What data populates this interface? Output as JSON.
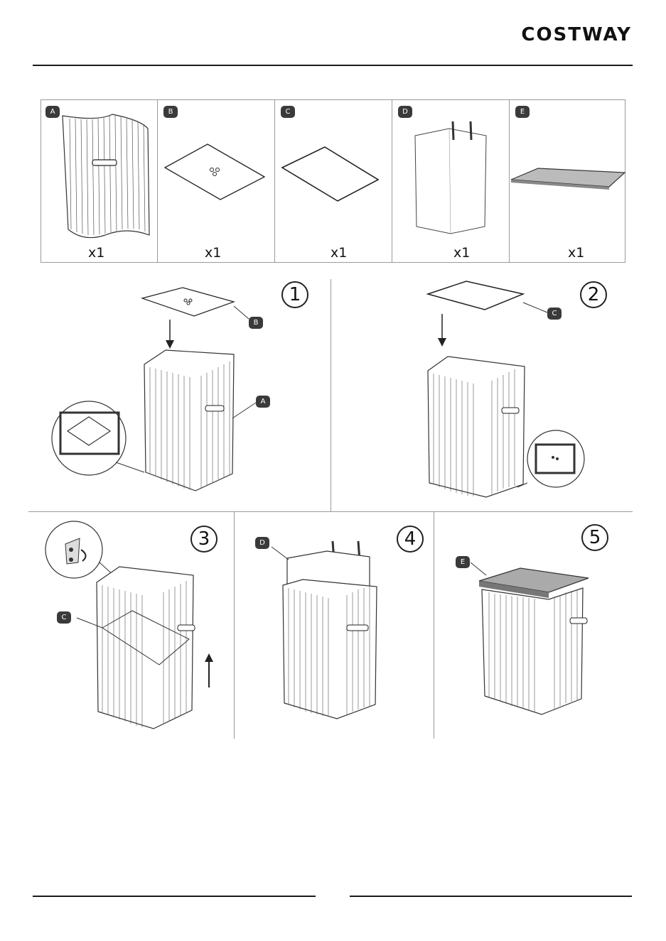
{
  "header": {
    "brand": "COSTWAY"
  },
  "parts": [
    {
      "id": "A",
      "qty": "x1"
    },
    {
      "id": "B",
      "qty": "x1"
    },
    {
      "id": "C",
      "qty": "x1"
    },
    {
      "id": "D",
      "qty": "x1"
    },
    {
      "id": "E",
      "qty": "x1"
    }
  ],
  "steps": [
    {
      "number": "1",
      "labels": [
        "B",
        "A"
      ]
    },
    {
      "number": "2",
      "labels": [
        "C"
      ]
    },
    {
      "number": "3",
      "labels": [
        "C"
      ]
    },
    {
      "number": "4",
      "labels": [
        "D"
      ]
    },
    {
      "number": "5",
      "labels": [
        "E"
      ]
    }
  ]
}
